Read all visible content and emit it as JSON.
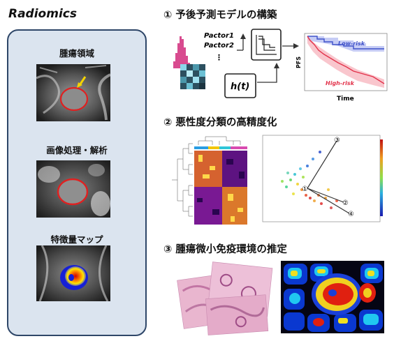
{
  "brand": "Radiomics",
  "left_panel": {
    "steps": [
      {
        "label": "腫瘍領域"
      },
      {
        "label": "画像処理・解析"
      },
      {
        "label": "特徴量マップ"
      }
    ]
  },
  "sections": [
    {
      "title": "① 予後予測モデルの構築"
    },
    {
      "title": "② 悪性度分類の高精度化"
    },
    {
      "title": "③ 腫瘍微小免疫環境の推定"
    }
  ],
  "model": {
    "factors": [
      "Pactor1",
      "Pactor2",
      "⋮"
    ],
    "hazard": "h(t)"
  },
  "km_plot": {
    "ylabel": "PFS",
    "xlabel": "Time",
    "low_label": "Low-risk",
    "high_label": "High-risk",
    "colors": {
      "low": "#3f51c9",
      "high": "#e2334b"
    }
  },
  "pca": {
    "markers": [
      "③",
      "①",
      "②",
      "④"
    ]
  },
  "colors": {
    "panel_bg": "#dbe4ef",
    "panel_border": "#2e4668",
    "roi": "#e02020",
    "arrow": "#f5d300"
  }
}
